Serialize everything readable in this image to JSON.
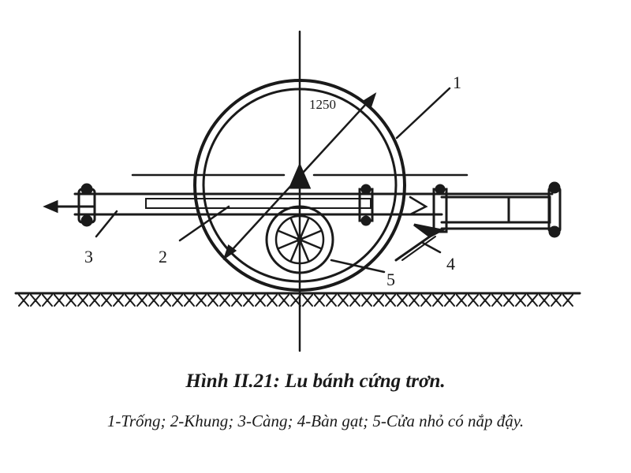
{
  "figure": {
    "dimension_label": "1250",
    "callouts": [
      "1",
      "2",
      "3",
      "4",
      "5"
    ]
  },
  "caption": {
    "title": "Hình II.21: Lu bánh cứng trơn.",
    "legend": "1-Trống; 2-Khung; 3-Càng; 4-Bàn gạt; 5-Cửa nhỏ có nắp đậy."
  }
}
